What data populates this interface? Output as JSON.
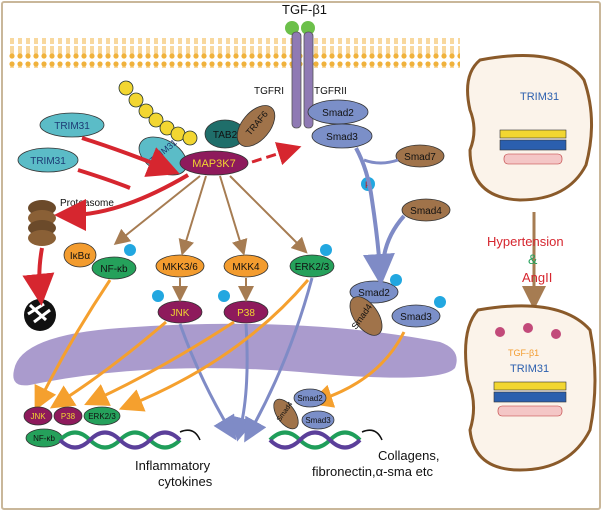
{
  "membrane_labels": {
    "ligand": "TGF-β1",
    "receptor1": "TGFRI",
    "receptor2": "TGFRII"
  },
  "proteins": {
    "trim31_free_a": "TRIM31",
    "trim31_free_b": "TRIM31",
    "trim31_bound": "TRIM31",
    "tab2": "TAB2",
    "traf6": "TRAF6",
    "map3k7": "MAP3K7",
    "proteasome": "Proteasome",
    "ikba": "IκBα",
    "nfkb": "NF-κb",
    "mkk36": "MKK3/6",
    "mkk4": "MKK4",
    "erk23": "ERK2/3",
    "jnk": "JNK",
    "p38": "P38",
    "smad2": "Smad2",
    "smad3": "Smad3",
    "smad7": "Smad7",
    "smad4": "Smad4",
    "smad2_c": "Smad2",
    "smad3_c": "Smad3",
    "smad4_c": "Smad4",
    "ub": "Ub",
    "p": "P"
  },
  "nucleus": {
    "jnk": "JNK",
    "p38": "P38",
    "erk23": "ERK2/3",
    "nfkb": "NF-κb",
    "smad2": "Smad2",
    "smad3": "Smad3",
    "smad4": "Smad4",
    "output_left_1": "Inflammatory",
    "output_left_2": "cytokines",
    "output_right_1": "Collagens,",
    "output_right_2": "fibronectin,α-sma etc"
  },
  "kidney": {
    "normal_label": "TRIM31",
    "condition_a": "Hypertension",
    "amp": "&",
    "condition_b": "AngII",
    "injured_ligand": "TGF-β1",
    "injured_label": "TRIM31"
  },
  "colors": {
    "trim31": "#5bbcc7",
    "map3k7": "#8e1a5c",
    "tab2": "#1f6e6a",
    "orange_node": "#f39c2f",
    "green_node": "#25a15b",
    "smad": "#7b8fc8",
    "smad_brown": "#a0734a",
    "phospho": "#22a7e0",
    "red_arrow": "#d6262f",
    "brown_arrow": "#a67c52",
    "orange_arrow": "#f5a02e",
    "blue_arrow": "#7f8bc6",
    "nucleus_band": "#9b8ac4",
    "dna_green": "#1f9e5a",
    "dna_purple": "#5b3f9a"
  }
}
